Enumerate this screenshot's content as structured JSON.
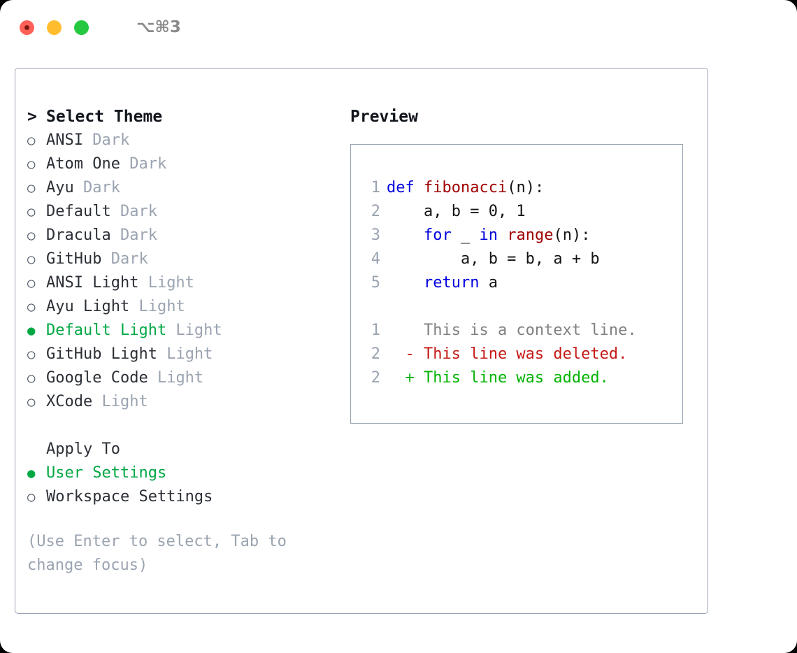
{
  "titlebar": {
    "shortcut": "⌥⌘3",
    "buttons": [
      {
        "name": "close",
        "color": "#ff6159"
      },
      {
        "name": "minimize",
        "color": "#ffbd2e"
      },
      {
        "name": "maximize",
        "color": "#25c83f"
      }
    ]
  },
  "colors": {
    "selected_green": "#00a844",
    "diff_add": "#00b300",
    "diff_del": "#c41a16",
    "keyword_blue": "#0000dd",
    "function_red": "#a00000",
    "muted_gray": "#9aa3b0",
    "border": "#98a2b3"
  },
  "theme_section": {
    "prefix": ">",
    "title": "Select Theme",
    "marker_selected": "●",
    "marker_unselected": "○",
    "items": [
      {
        "label": "ANSI",
        "variant": "Dark",
        "selected": false
      },
      {
        "label": "Atom One",
        "variant": "Dark",
        "selected": false
      },
      {
        "label": "Ayu",
        "variant": "Dark",
        "selected": false
      },
      {
        "label": "Default",
        "variant": "Dark",
        "selected": false
      },
      {
        "label": "Dracula",
        "variant": "Dark",
        "selected": false
      },
      {
        "label": "GitHub",
        "variant": "Dark",
        "selected": false
      },
      {
        "label": "ANSI Light",
        "variant": "Light",
        "selected": false
      },
      {
        "label": "Ayu Light",
        "variant": "Light",
        "selected": false
      },
      {
        "label": "Default Light",
        "variant": "Light",
        "selected": true
      },
      {
        "label": "GitHub Light",
        "variant": "Light",
        "selected": false
      },
      {
        "label": "Google Code",
        "variant": "Light",
        "selected": false
      },
      {
        "label": "XCode",
        "variant": "Light",
        "selected": false
      }
    ]
  },
  "apply_to_section": {
    "title": "Apply To",
    "items": [
      {
        "label": "User Settings",
        "selected": true
      },
      {
        "label": "Workspace Settings",
        "selected": false
      }
    ]
  },
  "hint": "(Use Enter to select, Tab to change focus)",
  "preview": {
    "title": "Preview",
    "code_lines": [
      {
        "number": "1",
        "tokens": [
          {
            "text": "def ",
            "type": "kw"
          },
          {
            "text": "fibonacci",
            "type": "fn"
          },
          {
            "text": "(n):",
            "type": "txt"
          }
        ]
      },
      {
        "number": "2",
        "tokens": [
          {
            "text": "    a, b = 0, 1",
            "type": "txt"
          }
        ]
      },
      {
        "number": "3",
        "tokens": [
          {
            "text": "    ",
            "type": "txt"
          },
          {
            "text": "for",
            "type": "kw"
          },
          {
            "text": " _ ",
            "type": "txt"
          },
          {
            "text": "in ",
            "type": "kw"
          },
          {
            "text": "range",
            "type": "fn"
          },
          {
            "text": "(n):",
            "type": "txt"
          }
        ]
      },
      {
        "number": "4",
        "tokens": [
          {
            "text": "        a, b = b, a + b",
            "type": "txt"
          }
        ]
      },
      {
        "number": "5",
        "tokens": [
          {
            "text": "    ",
            "type": "txt"
          },
          {
            "text": "return",
            "type": "kw"
          },
          {
            "text": " a",
            "type": "txt"
          }
        ]
      }
    ],
    "diff_lines": [
      {
        "number": "1",
        "marker": " ",
        "text": "This is a context line.",
        "type": "ctx"
      },
      {
        "number": "2",
        "marker": "-",
        "text": "This line was deleted.",
        "type": "del"
      },
      {
        "number": "2",
        "marker": "+",
        "text": "This line was added.",
        "type": "add"
      }
    ]
  }
}
